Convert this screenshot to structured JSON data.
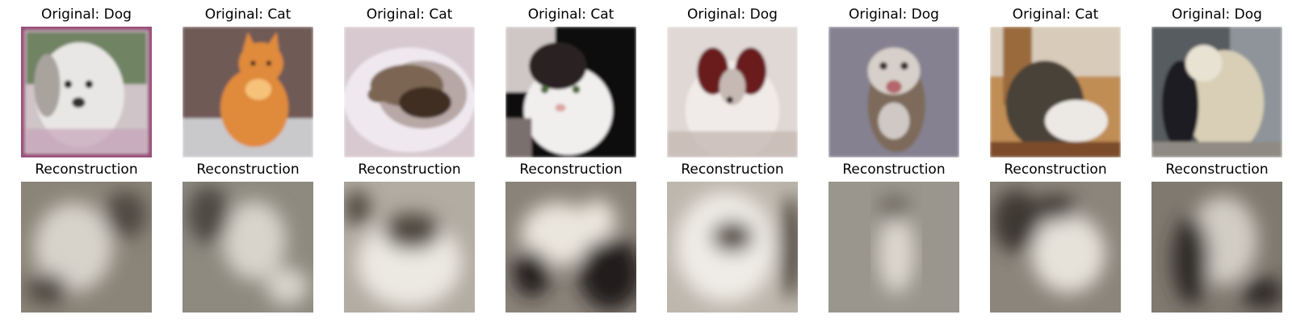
{
  "panels": [
    {
      "original_title": "Original: Dog",
      "reconstruction_title": "Reconstruction",
      "original_subject": "white dog",
      "reconstruction_subject": "blurry reconstruction of dog",
      "original_colors": {
        "bg": "#cfc4c8",
        "frame": "#9a4f7a",
        "subject": "#e9e7e5",
        "accent": "#2f5a1f",
        "shadow": "#a9a39e"
      },
      "reconstruction_colors": {
        "bg": "#8b8478",
        "light": "#d7d3cb",
        "dark": "#4f4a42"
      }
    },
    {
      "original_title": "Original: Cat",
      "reconstruction_title": "Reconstruction",
      "original_subject": "orange tabby kitten",
      "reconstruction_subject": "blurry reconstruction of cat",
      "original_colors": {
        "bg": "#6f5a57",
        "subject": "#e08a3a",
        "light": "#f6c27a",
        "accent": "#c9c8cb",
        "dark": "#3b2a24"
      },
      "reconstruction_colors": {
        "bg": "#8e8a80",
        "light": "#d8d4cb",
        "dark": "#4e4a43"
      }
    },
    {
      "original_title": "Original: Cat",
      "reconstruction_title": "Reconstruction",
      "original_subject": "tabby cat in white bowl",
      "reconstruction_subject": "blurry reconstruction of cat",
      "original_colors": {
        "bg": "#d7c9cf",
        "subject": "#7b6652",
        "light": "#efe9ef",
        "accent": "#b7a7a5",
        "dark": "#3f2f23"
      },
      "reconstruction_colors": {
        "bg": "#b2aca2",
        "light": "#ece9e2",
        "dark": "#4d463d"
      }
    },
    {
      "original_title": "Original: Cat",
      "reconstruction_title": "Reconstruction",
      "original_subject": "black and white cat",
      "reconstruction_subject": "blurry reconstruction of cat",
      "original_colors": {
        "bg": "#2a2324",
        "subject": "#f1eeee",
        "light": "#cfc7c6",
        "accent": "#7a6f6d",
        "dark": "#0c0a0b"
      },
      "reconstruction_colors": {
        "bg": "#8a8379",
        "light": "#ebe6dd",
        "dark": "#221d1a"
      }
    },
    {
      "original_title": "Original: Dog",
      "reconstruction_title": "Reconstruction",
      "original_subject": "papillon dog",
      "reconstruction_subject": "blurry reconstruction of dog",
      "original_colors": {
        "bg": "#dfd8d5",
        "subject": "#f0ebe8",
        "light": "#c6b9b3",
        "accent": "#6b1f1e",
        "dark": "#3d2524"
      },
      "reconstruction_colors": {
        "bg": "#bdb7ad",
        "light": "#efece6",
        "dark": "#4b4239"
      }
    },
    {
      "original_title": "Original: Dog",
      "reconstruction_title": "Reconstruction",
      "original_subject": "brown and white dog",
      "reconstruction_subject": "blurry reconstruction of dog",
      "original_colors": {
        "bg": "#858190",
        "subject": "#7d6a5a",
        "light": "#cfc8c4",
        "accent": "#d7cfc9",
        "dark": "#3a2e2a"
      },
      "reconstruction_colors": {
        "bg": "#9a968d",
        "light": "#dcd7cf",
        "dark": "#6e6960"
      }
    },
    {
      "original_title": "Original: Cat",
      "reconstruction_title": "Reconstruction",
      "original_subject": "tabby cat on chair",
      "reconstruction_subject": "blurry reconstruction of cat",
      "original_colors": {
        "bg": "#c08d54",
        "subject": "#4a4238",
        "light": "#ece8e4",
        "accent": "#9a6a3e",
        "dark": "#2a221c"
      },
      "reconstruction_colors": {
        "bg": "#8b857b",
        "light": "#e6e2da",
        "dark": "#3e3831"
      }
    },
    {
      "original_title": "Original: Dog",
      "reconstruction_title": "Reconstruction",
      "original_subject": "two long-haired dogs",
      "reconstruction_subject": "blurry reconstruction of dogs",
      "original_colors": {
        "bg": "#575c5f",
        "subject": "#d8cfb6",
        "light": "#e8e2d3",
        "accent": "#8f8a83",
        "dark": "#1d1f22"
      },
      "reconstruction_colors": {
        "bg": "#7f796f",
        "light": "#d2cdc4",
        "dark": "#2e2925"
      }
    }
  ]
}
